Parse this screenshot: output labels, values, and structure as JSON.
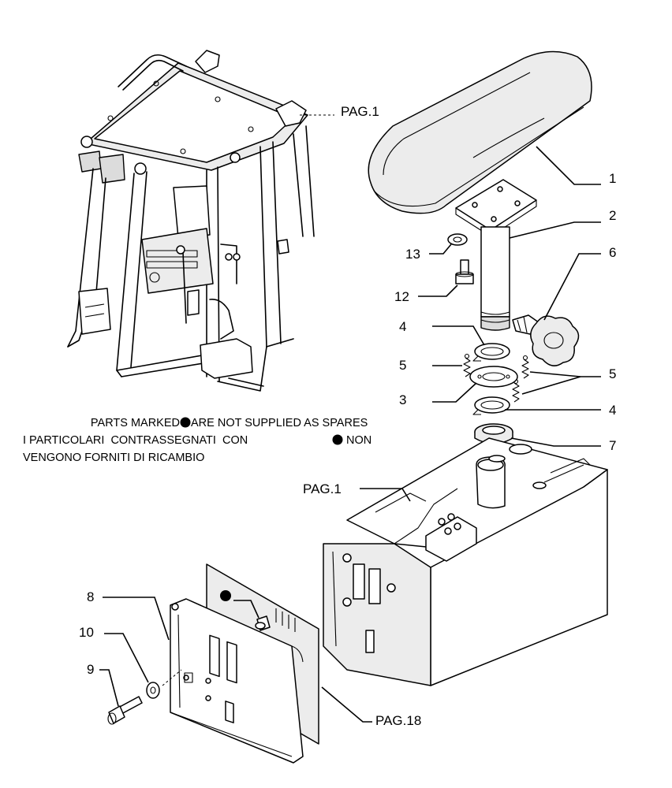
{
  "callouts": {
    "c1": "1",
    "c2": "2",
    "c3": "3",
    "c4a": "4",
    "c4b": "4",
    "c5a": "5",
    "c5b": "5",
    "c6": "6",
    "c7": "7",
    "c8": "8",
    "c9": "9",
    "c10": "10",
    "c12": "12",
    "c13": "13",
    "pag1_top": "PAG.1",
    "pag1_mid": "PAG.1",
    "pag18": "PAG.18"
  },
  "note": {
    "line1_prefix": "PARTS MARKED ",
    "line1_suffix": "ARE NOT SUPPLIED AS SPARES",
    "line2_prefix": "I PARTICOLARI  CONTRASSEGNATI  CON ",
    "line2_suffix": " NON",
    "line3": "VENGONO FORNITI DI RICAMBIO"
  },
  "icons": {
    "marker": "filled-circle-not-supplied-icon"
  }
}
